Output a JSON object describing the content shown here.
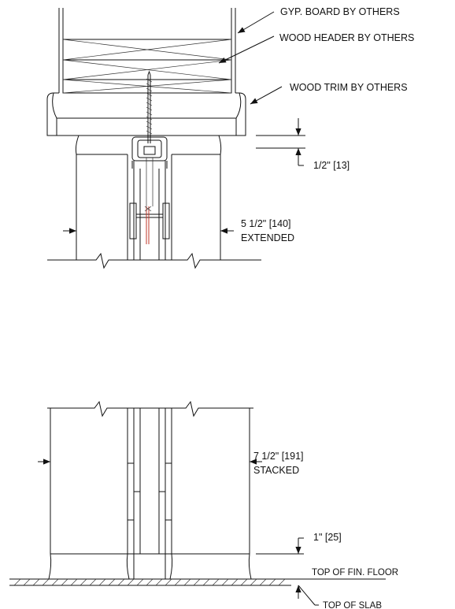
{
  "callouts": {
    "gyp_board": "GYP. BOARD BY OTHERS",
    "wood_header": "WOOD HEADER BY OTHERS",
    "wood_trim": "WOOD TRIM BY OTHERS",
    "gap_dim": "1/2\" [13]",
    "extended_dim": "5 1/2\" [140]",
    "extended_label": "EXTENDED",
    "stacked_dim": "7 1/2\" [191]",
    "stacked_label": "STACKED",
    "floor_gap_dim": "1\" [25]",
    "top_fin_floor": "TOP OF FIN. FLOOR",
    "top_slab": "TOP OF SLAB"
  }
}
